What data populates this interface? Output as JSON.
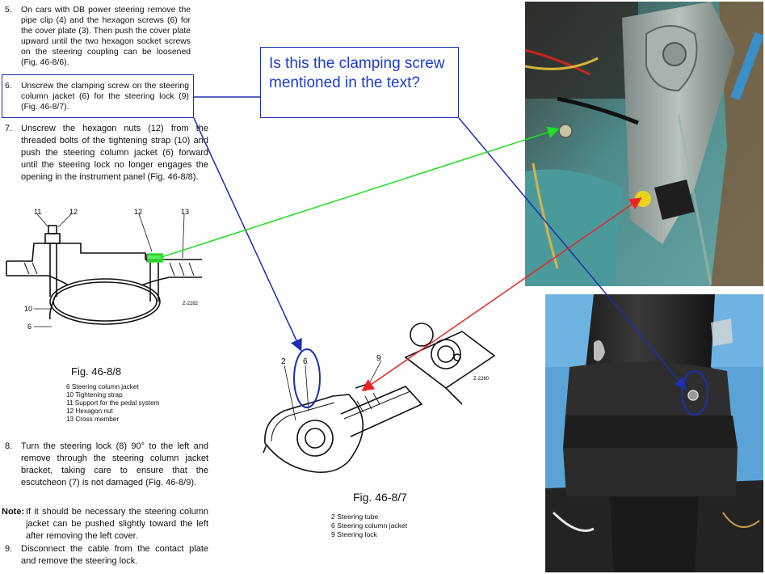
{
  "steps": [
    {
      "num": "5.",
      "text": "On cars with DB power steering remove the pipe clip (4) and the hexagon screws (6) for the cover plate (3). Then push the cover plate upward until the two hexagon socket screws on the steering coupling can be loosened (Fig. 46-8/6)."
    },
    {
      "num": "6.",
      "text": "Unscrew the clamping screw on the steering column jacket (6) for the steering lock (9) (Fig. 46-8/7)."
    },
    {
      "num": "7.",
      "text": "Unscrew the hexagon nuts (12) from the threaded bolts of the tightening strap (10) and push the steering column jacket (6) forward until the steering lock no longer engages the opening in the instrument panel (Fig. 46-8/8)."
    },
    {
      "num": "8.",
      "text": "Turn the steering lock (8) 90° to the left and remove through the steering column jacket bracket, taking care to ensure that the escutcheon (7) is not damaged (Fig. 46-8/9)."
    },
    {
      "num": "Note:",
      "text": "If it should be necessary the steering column jacket can be pushed slightly toward the left after removing the left cover."
    },
    {
      "num": "9.",
      "text": "Disconnect the cable from the contact plate and remove the steering lock."
    }
  ],
  "fig1": {
    "caption": "Fig. 46-8/8",
    "code": "Z-2282",
    "labels": {
      "l11": "11",
      "l12a": "12",
      "l12b": "12",
      "l13": "13",
      "l10": "10",
      "l6": "6"
    },
    "legend": [
      "6 Steering column jacket",
      "10 Tightening strap",
      "11 Support for the pedal system",
      "12 Hexagon nut",
      "13 Cross member"
    ]
  },
  "fig2": {
    "caption": "Fig. 46-8/7",
    "code": "Z-2260",
    "labels": {
      "l2": "2",
      "l6": "6",
      "l9": "9"
    },
    "legend": [
      "2 Steering tube",
      "6 Steering column jacket",
      "9 Steering lock"
    ]
  },
  "callout": {
    "text": "Is this the clamping screw mentioned in the text?"
  },
  "colors": {
    "annotation_blue": "#1b2fb0",
    "arrow_green": "#22dd22",
    "arrow_red": "#ee2222",
    "callout_text": "#1c3cd0"
  }
}
